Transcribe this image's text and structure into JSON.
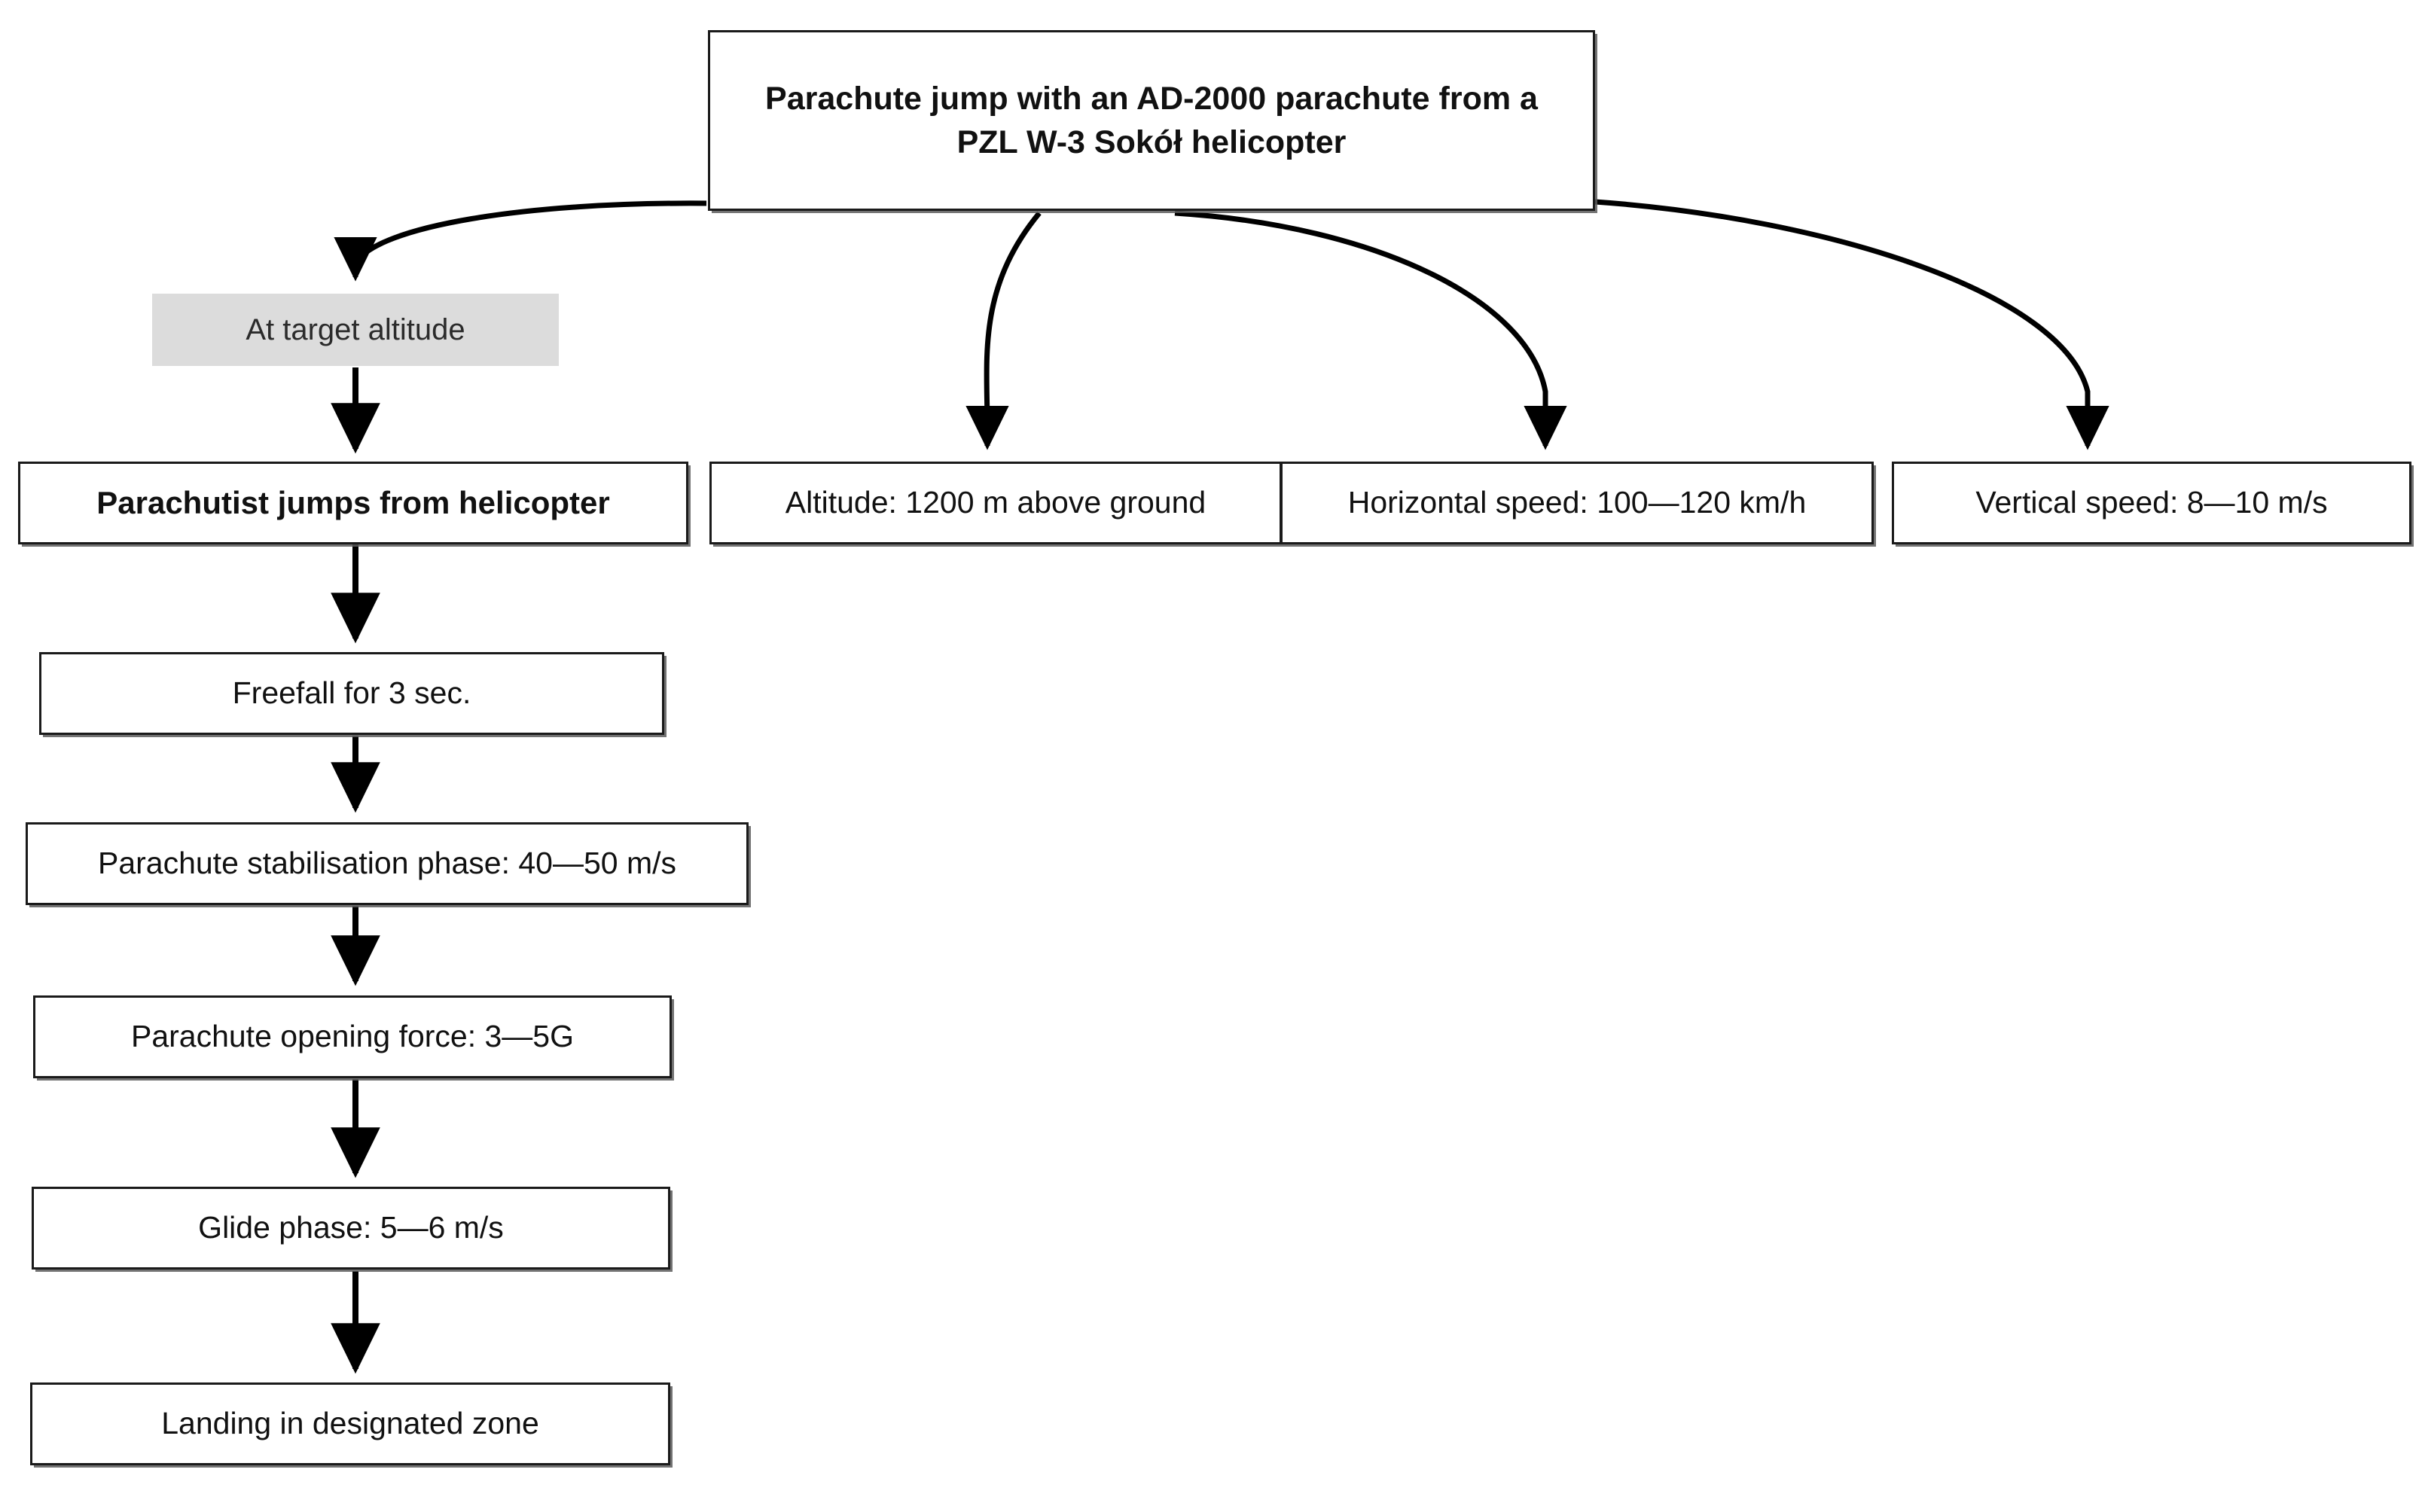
{
  "diagram": {
    "title": "Parachute jump with an AD-2000 parachute from a PZL W-3 Sokół helicopter",
    "background_color": "#ffffff",
    "node_border_color": "#1a1a1a",
    "shaded_fill_color": "#dcdcdc",
    "arrow_color": "#000000"
  },
  "nodes": {
    "root": {
      "line1": "Parachute jump with an AD-2000 parachute from a",
      "line2": "PZL W-3 Sokół helicopter"
    },
    "phase_marker": {
      "label": "At target altitude"
    },
    "params": [
      {
        "label": "Altitude: 1200 m above ground"
      },
      {
        "label": "Horizontal speed: 100—120 km/h"
      },
      {
        "label": "Vertical speed: 8—10 m/s"
      }
    ],
    "sequence": [
      {
        "label": "Parachutist jumps from helicopter"
      },
      {
        "label": "Freefall for 3 sec."
      },
      {
        "label": "Parachute stabilisation phase: 40—50 m/s"
      },
      {
        "label": "Parachute opening force: 3—5G"
      },
      {
        "label": "Glide phase: 5—6 m/s"
      },
      {
        "label": "Landing in designated zone"
      }
    ]
  },
  "edges": [
    {
      "name": "root-to-target-altitude",
      "type": "curved"
    },
    {
      "name": "root-to-altitude",
      "type": "curved"
    },
    {
      "name": "root-to-horizontal-speed",
      "type": "curved"
    },
    {
      "name": "root-to-vertical-speed",
      "type": "curved"
    },
    {
      "name": "target-altitude-to-jump",
      "type": "straight"
    },
    {
      "name": "jump-to-freefall",
      "type": "straight"
    },
    {
      "name": "freefall-to-stabilisation",
      "type": "straight"
    },
    {
      "name": "stabilisation-to-opening-force",
      "type": "straight"
    },
    {
      "name": "opening-force-to-glide",
      "type": "straight"
    },
    {
      "name": "glide-to-landing",
      "type": "straight"
    }
  ]
}
